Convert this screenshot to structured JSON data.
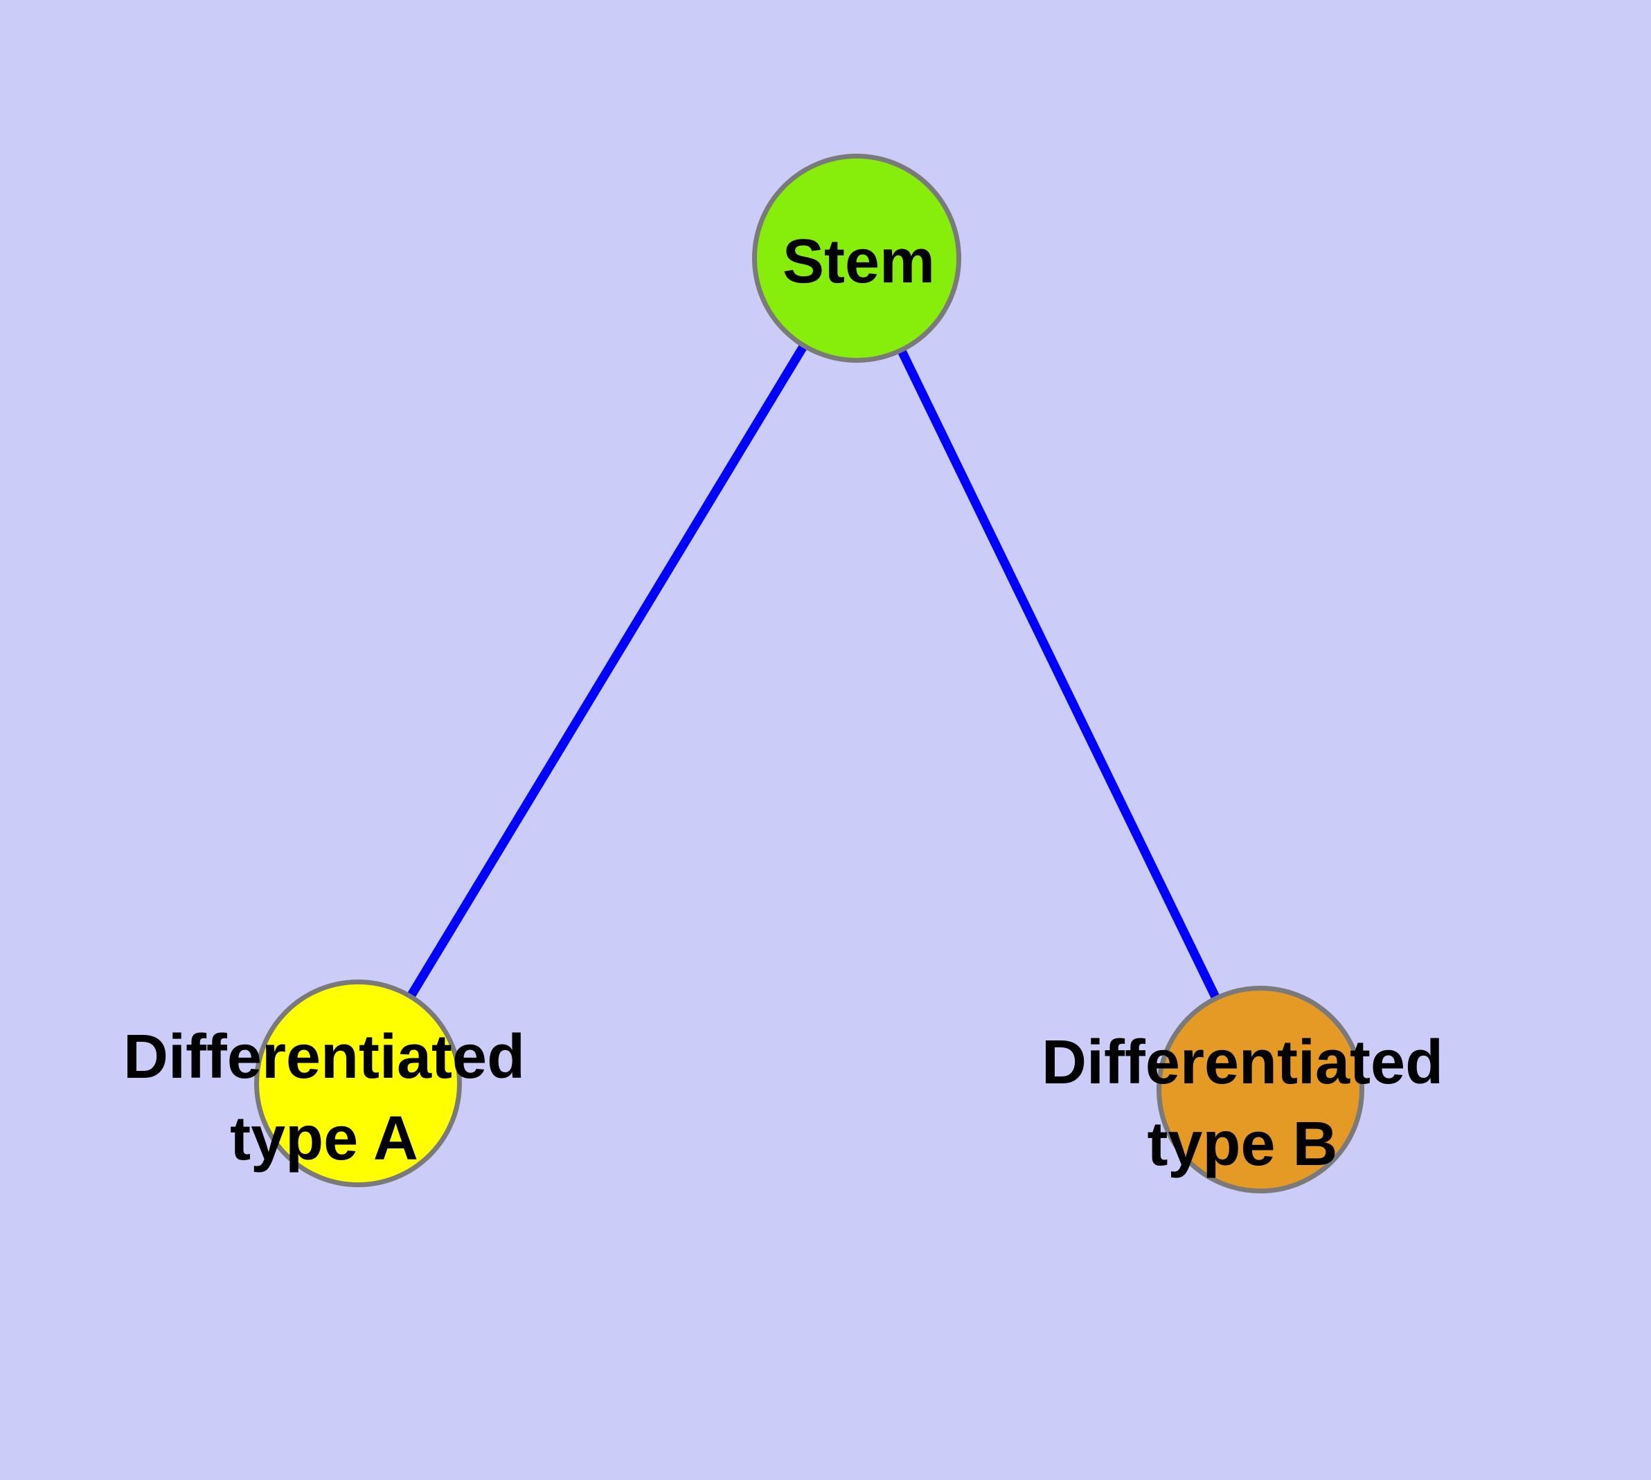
{
  "graph": {
    "background_color": "#CCCCF8",
    "edge_color": "#0000FF",
    "node_border_color": "#7A7A7A",
    "label_color": "#000000",
    "nodes": [
      {
        "id": "stem",
        "label": "Stem",
        "lines": [
          "Stem"
        ],
        "fill": "#86EE0A"
      },
      {
        "id": "differentiated-type-a",
        "label": "Differentiated type A",
        "lines": [
          "Differentiated",
          "type A"
        ],
        "fill": "#FFFF00"
      },
      {
        "id": "differentiated-type-b",
        "label": "Differentiated type B",
        "lines": [
          "Differentiated",
          "type B"
        ],
        "fill": "#E49A25"
      }
    ],
    "edges": [
      {
        "from": "Stem",
        "to": "Differentiated type A"
      },
      {
        "from": "Stem",
        "to": "Differentiated type B"
      }
    ]
  }
}
